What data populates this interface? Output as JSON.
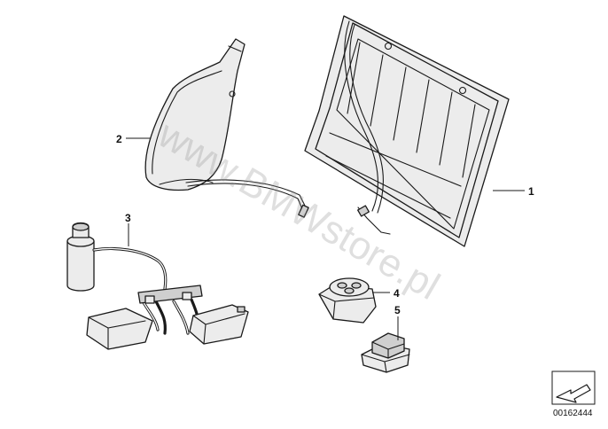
{
  "callouts": [
    {
      "id": "1",
      "label": "1"
    },
    {
      "id": "2",
      "label": "2"
    },
    {
      "id": "3",
      "label": "3"
    },
    {
      "id": "4",
      "label": "4"
    },
    {
      "id": "5",
      "label": "5"
    }
  ],
  "watermark": "www.BMWstore.pl",
  "document_id": "00162444",
  "icons": [
    "seat-mat-icon",
    "backrest-heater-icon",
    "sensor-harness-icon",
    "control-unit-icon",
    "switch-icon",
    "arrow-orientation-icon"
  ]
}
